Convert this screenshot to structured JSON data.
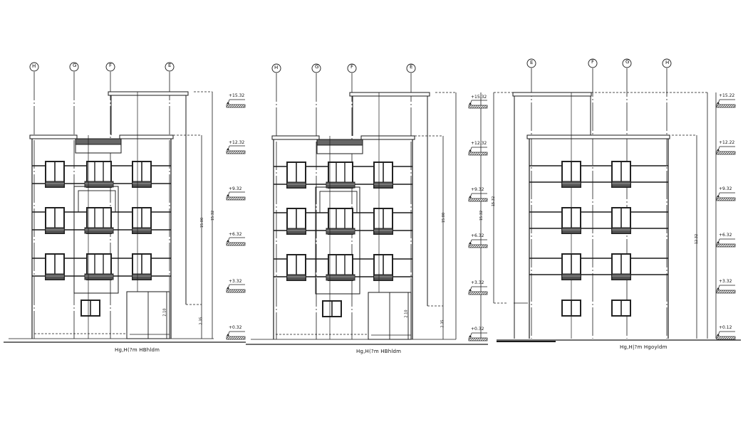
{
  "drawing": {
    "type": "architectural-elevations",
    "background": "#ffffff",
    "line_color": "#1a1a1a"
  },
  "elevations": [
    {
      "id": "left",
      "title": "Hg,H(?m  HBhldm",
      "grid_markers": [
        "H",
        "G",
        "F",
        "E"
      ],
      "levels": [
        "+15.32",
        "+12.32",
        "+9.32",
        "+6.32",
        "+3.32",
        "+0.32"
      ],
      "dims": {
        "overall": "15.32",
        "mid": "15.00",
        "base": "2.35",
        "door": "2.10"
      }
    },
    {
      "id": "middle",
      "title": "Hg,H(?m  HBhldm",
      "grid_markers": [
        "H",
        "G",
        "F",
        "E"
      ],
      "levels": [
        "+15.32",
        "+12.32",
        "+9.32",
        "+6.32",
        "+3.32",
        "+0.32"
      ],
      "dims": {
        "overall": "15.32",
        "mid": "15.00",
        "base": "2.35",
        "door": "2.10"
      }
    },
    {
      "id": "right",
      "title": "Hg,H|?m  Hgoyldm",
      "grid_markers": [
        "E",
        "F",
        "G",
        "H"
      ],
      "levels": [
        "+15.22",
        "+12.22",
        "+9.32",
        "+6.32",
        "+3.32",
        "+0.12"
      ],
      "dims": {
        "overall": "15.32",
        "mid": "12.32"
      }
    }
  ]
}
